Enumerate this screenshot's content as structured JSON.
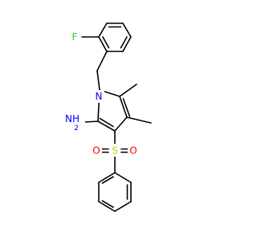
{
  "molecule": {
    "atoms": {
      "fluorine": {
        "label": "F",
        "color": "#33cc33"
      },
      "nitrogen_ring": {
        "label": "N",
        "color": "#0000ff"
      },
      "amine": {
        "label": "NH",
        "subscript": "2",
        "color": "#0000ff"
      },
      "sulfur": {
        "label": "S",
        "color": "#cccc00"
      },
      "oxygen_left": {
        "label": "O",
        "color": "#ff0000"
      },
      "oxygen_right": {
        "label": "O",
        "color": "#ff0000"
      }
    }
  }
}
